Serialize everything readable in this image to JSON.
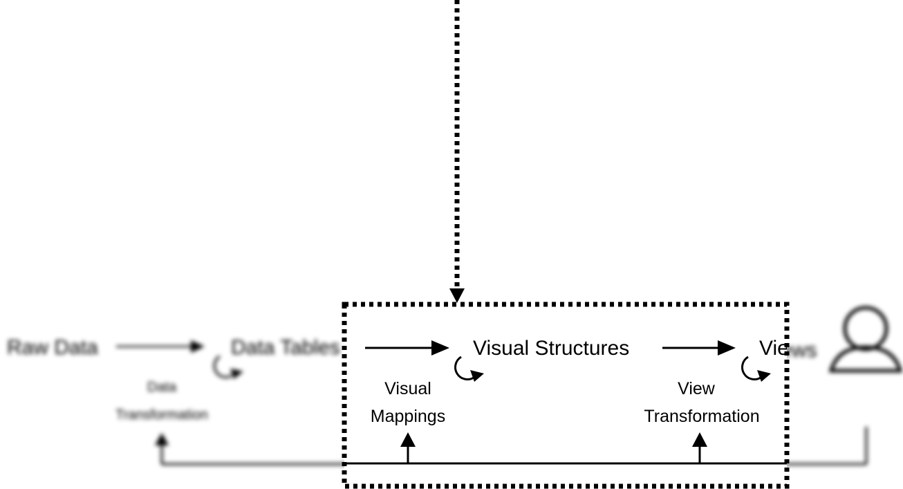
{
  "nodes": {
    "raw_data": "Raw Data",
    "data_tables": "Data Tables",
    "visual_structures": "Visual Structures",
    "views": "Views"
  },
  "transforms": {
    "data_transformation": [
      "Data",
      "Transformation"
    ],
    "visual_mappings": [
      "Visual",
      "Mappings"
    ],
    "view_transformation": [
      "View",
      "Transformation"
    ]
  },
  "colors": {
    "ink": "#000000",
    "background": "#ffffff"
  },
  "icons": {
    "user": "user-icon"
  }
}
